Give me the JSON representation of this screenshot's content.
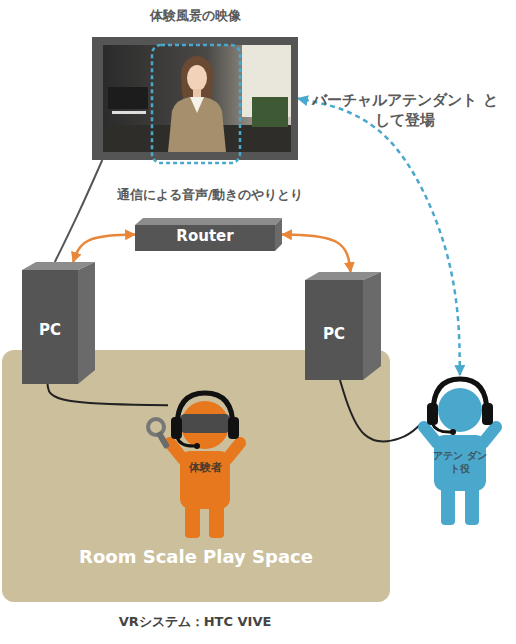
{
  "diagram": {
    "nodes": [
      {
        "text": [
          "体験風景の映像"
        ]
      },
      {
        "text": [
          "Router"
        ]
      },
      {
        "text": [
          "PC"
        ]
      },
      {
        "text": [
          "PC"
        ]
      },
      {
        "text": [
          "Room Scale Play Space"
        ]
      },
      {
        "text": [
          "体験者"
        ],
        "in": 4
      },
      {
        "text": [
          "アテン ダント役"
        ]
      }
    ],
    "edges": [
      {
        "from": 0,
        "to": 2,
        "arrow": "none"
      },
      {
        "from": 1,
        "to": 2,
        "arrow": "both"
      },
      {
        "from": 1,
        "to": 3,
        "arrow": "both"
      },
      {
        "from": 2,
        "to": 5,
        "arrow": "none"
      },
      {
        "from": 3,
        "to": 6,
        "arrow": "none"
      },
      {
        "from": 6,
        "to": 0,
        "arrow": "both",
        "label": "バーチャルアテンダント として登場"
      }
    ],
    "labels": [
      "通信による音声/動きのやりとり",
      "VRシステム：HTC VIVE"
    ]
  }
}
